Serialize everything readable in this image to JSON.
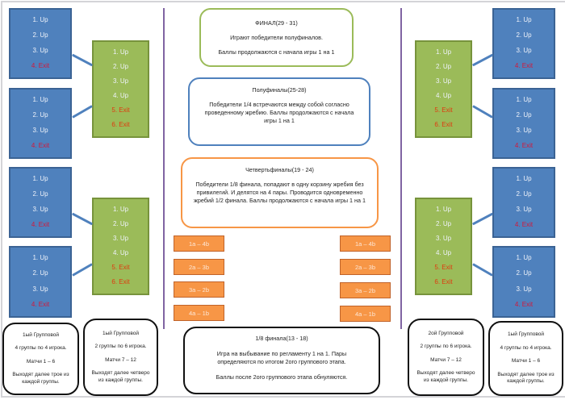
{
  "colors": {
    "group_blue": "#4f81bd",
    "group_green": "#9bbb59",
    "pair_orange": "#f79646",
    "divider_purple": "#8064a2",
    "exit_red": "#d3183a"
  },
  "left_bracket": {
    "blue_groups": [
      {
        "items": [
          "1. Up",
          "2. Up",
          "3. Up",
          "4. Exit"
        ]
      },
      {
        "items": [
          "1. Up",
          "2. Up",
          "3. Up",
          "4. Exit"
        ]
      },
      {
        "items": [
          "1. Up",
          "2. Up",
          "3. Up",
          "4. Exit"
        ]
      },
      {
        "items": [
          "1. Up",
          "2. Up",
          "3. Up",
          "4. Exit"
        ]
      }
    ],
    "green_groups": [
      {
        "items": [
          "1. Up",
          "2. Up",
          "3. Up",
          "4. Up",
          "5. Exit",
          "6. Exit"
        ]
      },
      {
        "items": [
          "1. Up",
          "2. Up",
          "3. Up",
          "4. Up",
          "5. Exit",
          "6. Exit"
        ]
      }
    ]
  },
  "right_bracket": {
    "blue_groups": [
      {
        "items": [
          "1. Up",
          "2. Up",
          "3. Up",
          "4. Exit"
        ]
      },
      {
        "items": [
          "1. Up",
          "2. Up",
          "3. Up",
          "4. Exit"
        ]
      },
      {
        "items": [
          "1. Up",
          "2. Up",
          "3. Up",
          "4. Exit"
        ]
      },
      {
        "items": [
          "1. Up",
          "2. Up",
          "3. Up",
          "4. Exit"
        ]
      }
    ],
    "green_groups": [
      {
        "items": [
          "1. Up",
          "2. Up",
          "3. Up",
          "4. Up",
          "5. Exit",
          "6. Exit"
        ]
      },
      {
        "items": [
          "1. Up",
          "2. Up",
          "3. Up",
          "4. Up",
          "5. Exit",
          "6. Exit"
        ]
      }
    ]
  },
  "stages": {
    "final": {
      "title": "ФИНАЛ(29 - 31)",
      "lines": [
        "Играют победители полуфиналов.",
        "Баллы продолжаются с начала игры 1 на 1"
      ]
    },
    "semifinal": {
      "title": "Полуфиналы(25-28)",
      "lines": [
        "Победители 1/4 встречаются между собой согласно проведенному жребию. Баллы продолжаются с начала игры 1 на 1"
      ]
    },
    "quarterfinal": {
      "title": "Четвертьфиналы(19 - 24)",
      "lines": [
        "Победители 1/8 финала, попадают в одну корзину жребия без привилегий. И делятся на 4 пары. Проводится одновременно жребий 1/2 финала. Баллы продолжаются с начала игры 1 на 1"
      ]
    },
    "round_of_16": {
      "title": "1/8 финала(13 - 18)",
      "lines": [
        "Игра на выбывание по регламенту 1 на 1. Пары определяются по итогом 2ого группового этапа.",
        "Баллы после 2ого группового этапа обнуляются."
      ]
    }
  },
  "pairs": {
    "left": [
      "1a – 4b",
      "2a – 3b",
      "3a – 2b",
      "4a – 1b"
    ],
    "right": [
      "1a – 4b",
      "2a – 3b",
      "3a – 2b",
      "4a – 1b"
    ]
  },
  "group_info": {
    "left_first": {
      "title": "1ый Групповой",
      "format": "4 группы  по 4 игрока.",
      "matches": "Матчи 1 – 6",
      "advance": "Выходят далее трое из каждой группы."
    },
    "left_second": {
      "title": "1ый Групповой",
      "format": "2 группы  по 6 игрока.",
      "matches": "Матчи 7 – 12",
      "advance": "Выходят далее четверо из каждой группы."
    },
    "right_second": {
      "title": "2ой Групповой",
      "format": "2 группы  по 6 игрока.",
      "matches": "Матчи 7 – 12",
      "advance": "Выходят далее четверо из каждой группы."
    },
    "right_first": {
      "title": "1ый Групповой",
      "format": "4 группы  по 4 игрока.",
      "matches": "Матчи 1 – 6",
      "advance": "Выходят далее трое из каждой группы."
    }
  }
}
